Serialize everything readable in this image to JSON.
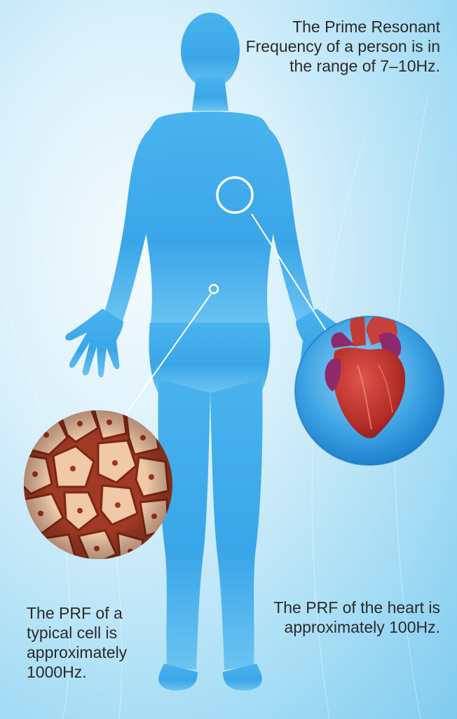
{
  "captions": {
    "person": "The Prime Resonant Frequency of a person is in the range of 7–10Hz.",
    "heart": "The PRF of the heart is approximately 100Hz.",
    "cell": "The PRF of a typical cell is approximately 1000Hz."
  },
  "colors": {
    "body_silhouette": "#3aa6e8",
    "callout_line": "#ffffff",
    "heart_red": "#b8322c",
    "heart_purple": "#8e2a6b",
    "cell_fill": "#efc9a8",
    "cell_border": "#9e3a25",
    "heart_bubble": "#2c95dd"
  },
  "icons": [
    "human-silhouette",
    "heart-illustration",
    "cell-tissue-illustration"
  ]
}
